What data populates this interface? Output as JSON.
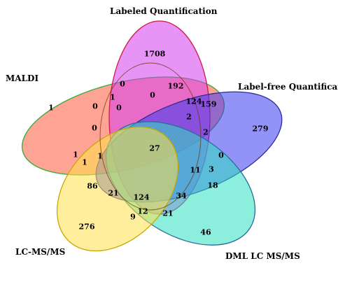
{
  "sets": [
    {
      "id": "maldi",
      "label": "MALDI",
      "color": "#ff5a3c",
      "stroke": "#33aa33"
    },
    {
      "id": "labeled",
      "label": "Labeled Quantification",
      "color": "#d63cf0",
      "stroke": "#cc1a4a"
    },
    {
      "id": "labelfree",
      "label": "Label-free Quantification",
      "color": "#3a3af0",
      "stroke": "#2a2a9a"
    },
    {
      "id": "dml",
      "label": "DML LC MS/MS",
      "color": "#2ee0c0",
      "stroke": "#2a6a9a"
    },
    {
      "id": "lcms",
      "label": "LC-MS/MS",
      "color": "#ffe24a",
      "stroke": "#c8a800"
    }
  ],
  "regions": [
    {
      "id": "maldi-only",
      "value": "1"
    },
    {
      "id": "labeled-only",
      "value": "1708"
    },
    {
      "id": "labelfree-only",
      "value": "279"
    },
    {
      "id": "dml-only",
      "value": "46"
    },
    {
      "id": "lcms-only",
      "value": "276"
    },
    {
      "id": "r-0-a",
      "value": "0"
    },
    {
      "id": "r-192",
      "value": "192"
    },
    {
      "id": "r-1-a",
      "value": "1"
    },
    {
      "id": "r-0-b",
      "value": "0"
    },
    {
      "id": "r-0-c",
      "value": "0"
    },
    {
      "id": "r-0-d",
      "value": "0"
    },
    {
      "id": "r-124-a",
      "value": "124"
    },
    {
      "id": "r-159",
      "value": "159"
    },
    {
      "id": "r-2-a",
      "value": "2"
    },
    {
      "id": "r-0-e",
      "value": "0"
    },
    {
      "id": "r-2-b",
      "value": "2"
    },
    {
      "id": "r-1-b",
      "value": "1"
    },
    {
      "id": "r-1-c",
      "value": "1"
    },
    {
      "id": "r-1-d",
      "value": "1"
    },
    {
      "id": "r-27",
      "value": "27"
    },
    {
      "id": "r-0-f",
      "value": "0"
    },
    {
      "id": "r-11",
      "value": "11"
    },
    {
      "id": "r-3",
      "value": "3"
    },
    {
      "id": "r-86",
      "value": "86"
    },
    {
      "id": "r-18",
      "value": "18"
    },
    {
      "id": "r-21-a",
      "value": "21"
    },
    {
      "id": "r-124-b",
      "value": "124"
    },
    {
      "id": "r-34",
      "value": "34"
    },
    {
      "id": "r-12",
      "value": "12"
    },
    {
      "id": "r-9",
      "value": "9"
    },
    {
      "id": "r-21-b",
      "value": "21"
    }
  ]
}
